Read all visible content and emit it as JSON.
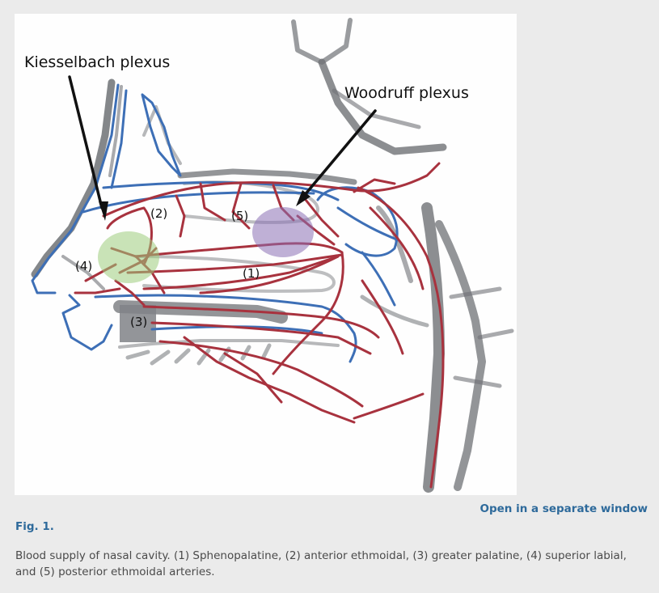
{
  "figure": {
    "labels": {
      "kiesselbach": "Kiesselbach plexus",
      "woodruff": "Woodruff plexus",
      "n1": "(1)",
      "n2": "(2)",
      "n3": "(3)",
      "n4": "(4)",
      "n5": "(5)"
    },
    "colors": {
      "artery": "#a8323e",
      "vein": "#3d6fb6",
      "bone": "#6f7276",
      "kiesselbach_zone": "#9dcc7c",
      "woodruff_zone": "#8a6fb4",
      "link": "#2e6a9b"
    }
  },
  "links": {
    "open_window": "Open in a separate window"
  },
  "caption": {
    "label": "Fig. 1.",
    "text": "Blood supply of nasal cavity. (1) Sphenopalatine, (2) anterior ethmoidal, (3) greater palatine, (4) superior labial, and (5) posterior ethmoidal arteries."
  }
}
